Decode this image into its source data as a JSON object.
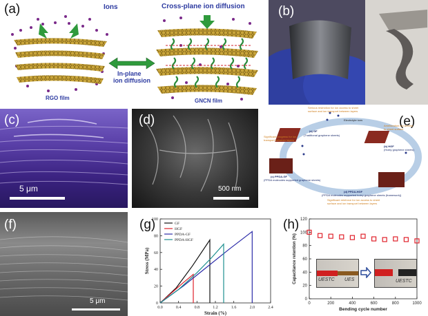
{
  "panel_a": {
    "label": "(a)",
    "ions": "Ions",
    "cross_plane": "Cross-plane ion diffusion",
    "in_plane_1": "In-plane",
    "in_plane_2": "ion diffusion",
    "rgo_film": "RGO film",
    "gncn_film": "GNCN film"
  },
  "panel_b": {
    "label": "(b)"
  },
  "panel_c": {
    "label": "(c)",
    "scale": "5 μm"
  },
  "panel_d": {
    "label": "(d)",
    "scale": "500 nm"
  },
  "panel_e": {
    "label": "(e)",
    "top_note_1": "Serious restriction for ion access to sheet",
    "top_note_2": "surface and ion transport between layers",
    "electrolyte": "Electrolyte ions",
    "a_title": "(a) GF",
    "a_sub": "(Traditional graphene sheets)",
    "b_note_1": "Amelioration ion access",
    "b_note_2": "to sheet surface",
    "b_title": "(b) HGF",
    "b_sub": "(Holey graphene sheets)",
    "c_note_1": "Significant progress for ion",
    "c_note_2": "transport between layers",
    "c_title": "(c) PPDA-GF",
    "c_sub": "(PPDA molecules supported graphene sheets)",
    "d_title": "(d) PPDA-HGF",
    "d_sub": "(PPDA molecules supported holey graphene sheets (framework))",
    "bottom_note_1": "Significant reinforce for ion access to sheet",
    "bottom_note_2": "surface and ion transport between layers"
  },
  "panel_f": {
    "label": "(f)",
    "scale": "5 μm"
  },
  "panel_g": {
    "label": "(g)"
  },
  "panel_h": {
    "label": "(h)",
    "inset_text_1": "UESTC",
    "inset_text_2": "UES",
    "inset_text_3": "UESTC"
  },
  "chart_data": [
    {
      "type": "line",
      "xlabel": "Strain (%)",
      "ylabel": "Stress (MPa)",
      "xlim": [
        0.0,
        2.4
      ],
      "ylim": [
        0,
        100
      ],
      "xticks": [
        "0.0",
        "0.4",
        "0.8",
        "1.2",
        "1.6",
        "2.0",
        "2.4"
      ],
      "yticks": [
        "0",
        "20",
        "40",
        "60",
        "80",
        "100"
      ],
      "legend_position": "top-left",
      "series": [
        {
          "name": "GF",
          "color": "#111111",
          "x": [
            0,
            0.35,
            0.7,
            1.08,
            1.08
          ],
          "y": [
            0,
            18,
            44,
            75,
            0
          ]
        },
        {
          "name": "HGF",
          "color": "#e0202a",
          "x": [
            0,
            0.25,
            0.5,
            0.72,
            0.72
          ],
          "y": [
            0,
            12,
            24,
            34,
            0
          ]
        },
        {
          "name": "PPDA-GF",
          "color": "#2a2aa8",
          "x": [
            0,
            0.5,
            1.0,
            1.5,
            2.0,
            2.0
          ],
          "y": [
            0,
            20,
            42,
            64,
            85,
            0
          ]
        },
        {
          "name": "PPDA-HGF",
          "color": "#1d8f8f",
          "x": [
            0,
            0.4,
            0.8,
            1.12,
            1.38,
            1.38
          ],
          "y": [
            0,
            16,
            36,
            54,
            70,
            0
          ]
        }
      ]
    },
    {
      "type": "scatter",
      "xlabel": "Bending cycle number",
      "ylabel": "Capacitance retention (%)",
      "xlim": [
        0,
        1000
      ],
      "ylim": [
        0,
        120
      ],
      "xticks": [
        "0",
        "200",
        "400",
        "600",
        "800",
        "1000"
      ],
      "yticks": [
        "0",
        "20",
        "40",
        "60",
        "80",
        "100",
        "120"
      ],
      "series": [
        {
          "color": "#e0202a",
          "x": [
            0,
            100,
            200,
            300,
            400,
            500,
            600,
            700,
            800,
            900,
            1000
          ],
          "y": [
            100,
            95,
            94,
            93,
            92,
            94,
            90,
            89,
            90,
            89,
            87
          ]
        }
      ]
    }
  ]
}
